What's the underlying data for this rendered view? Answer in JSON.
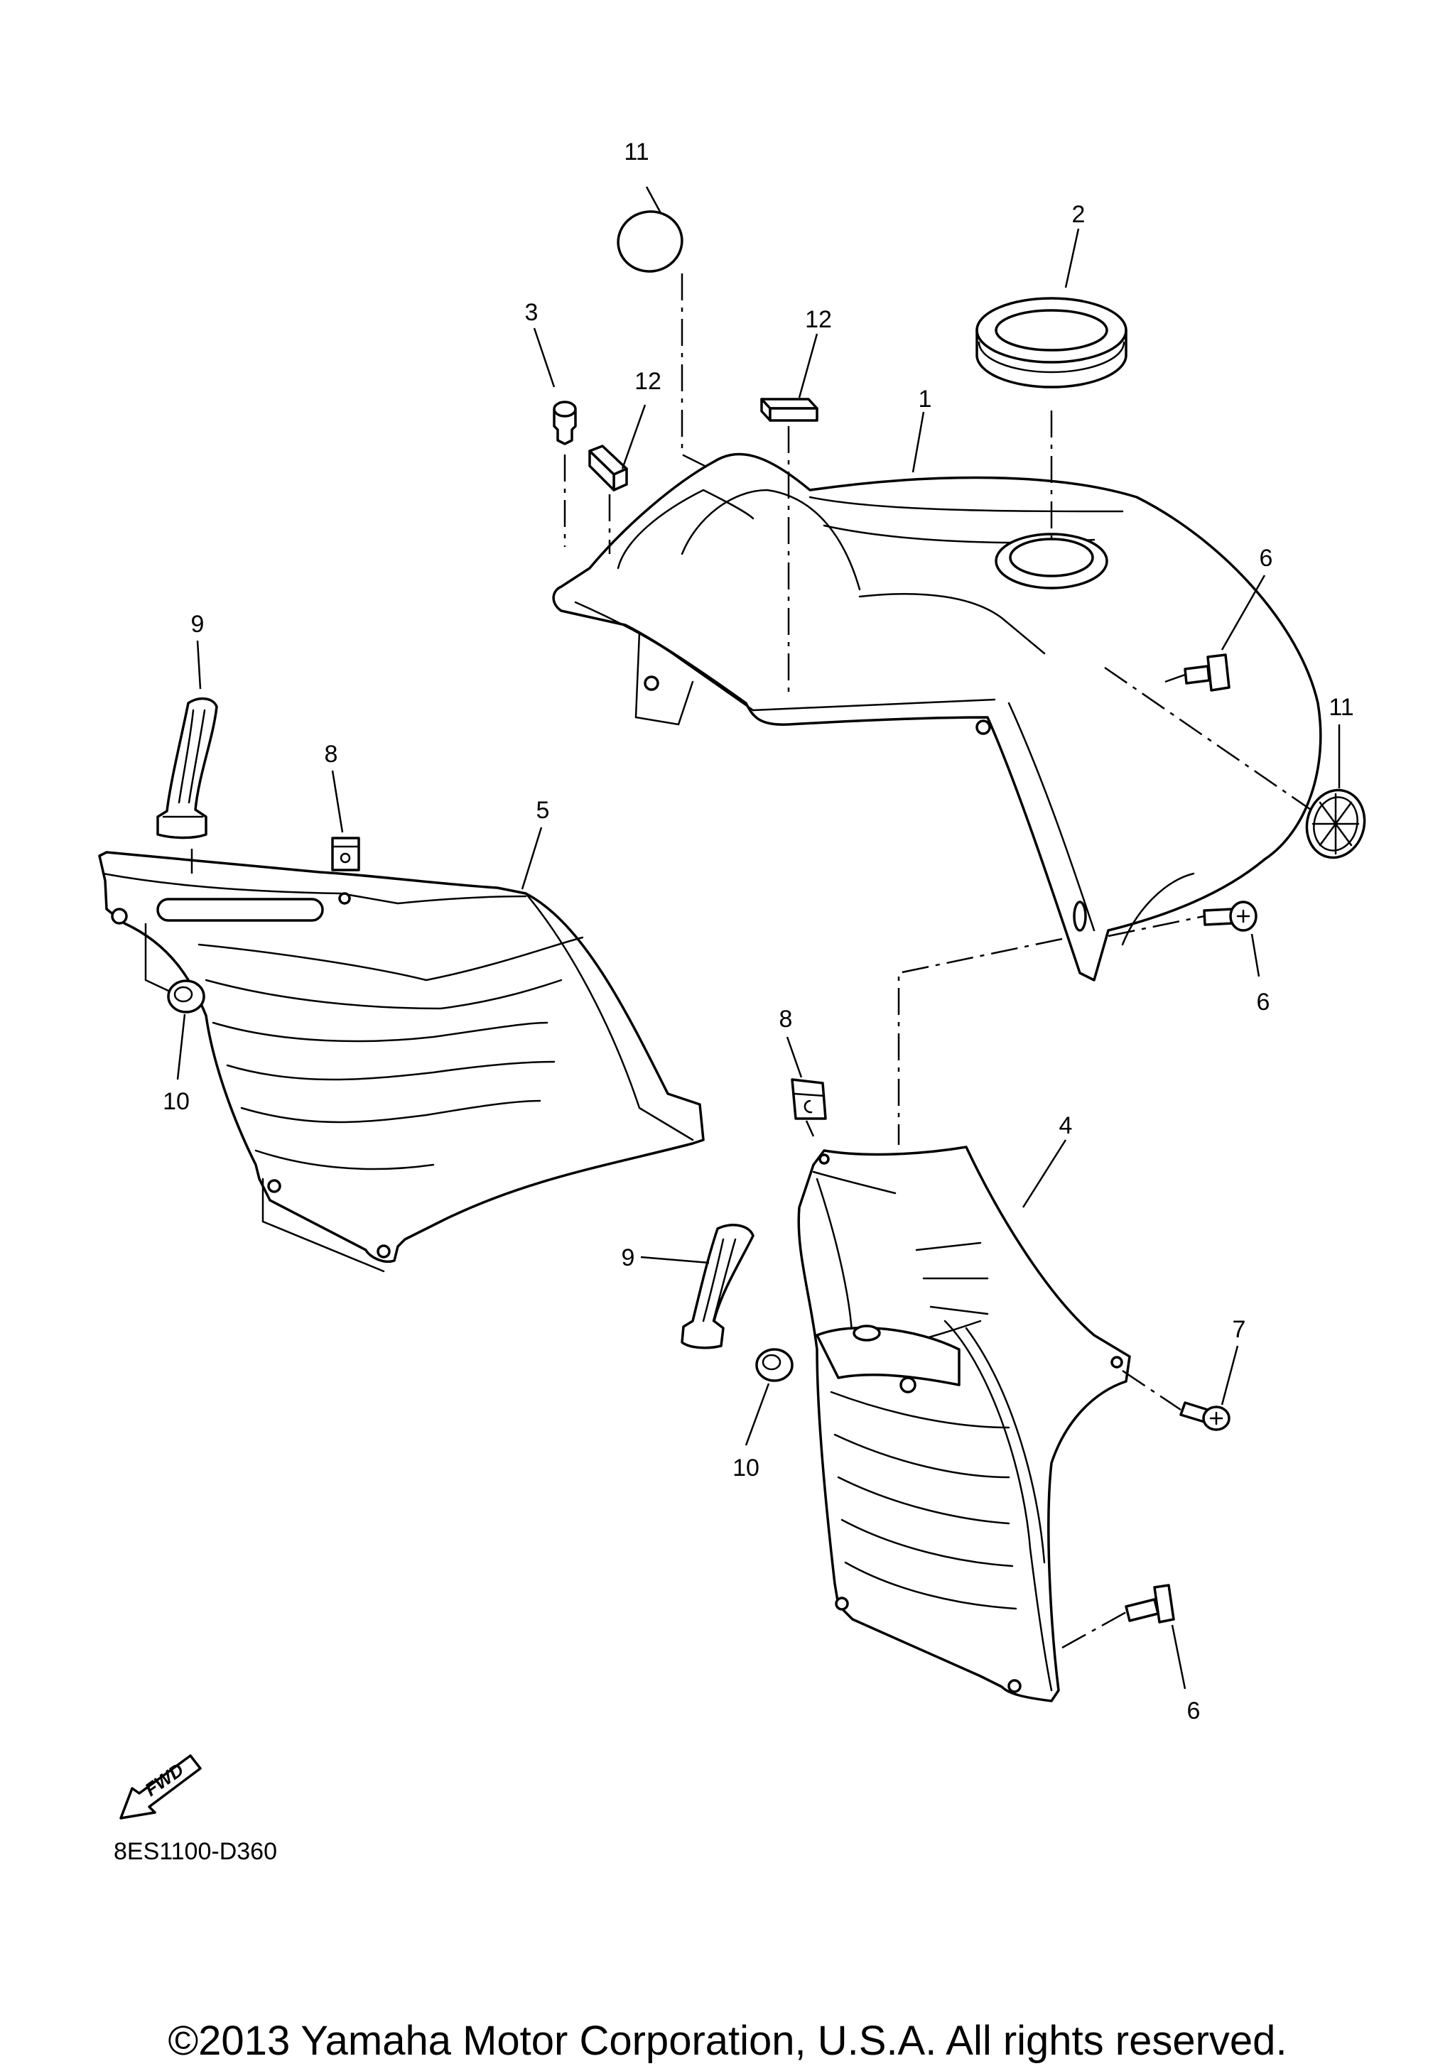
{
  "callouts": {
    "c1": "1",
    "c2": "2",
    "c3": "3",
    "c4": "4",
    "c5": "5",
    "c6a": "6",
    "c6b": "6",
    "c6c": "6",
    "c7": "7",
    "c8a": "8",
    "c8b": "8",
    "c9a": "9",
    "c9b": "9",
    "c10a": "10",
    "c10b": "10",
    "c11a": "11",
    "c11b": "11",
    "c12a": "12",
    "c12b": "12"
  },
  "fwd_label": "FWD",
  "ref_code": "8ES1100-D360",
  "copyright": "©2013 Yamaha Motor Corporation, U.S.A. All rights reserved."
}
